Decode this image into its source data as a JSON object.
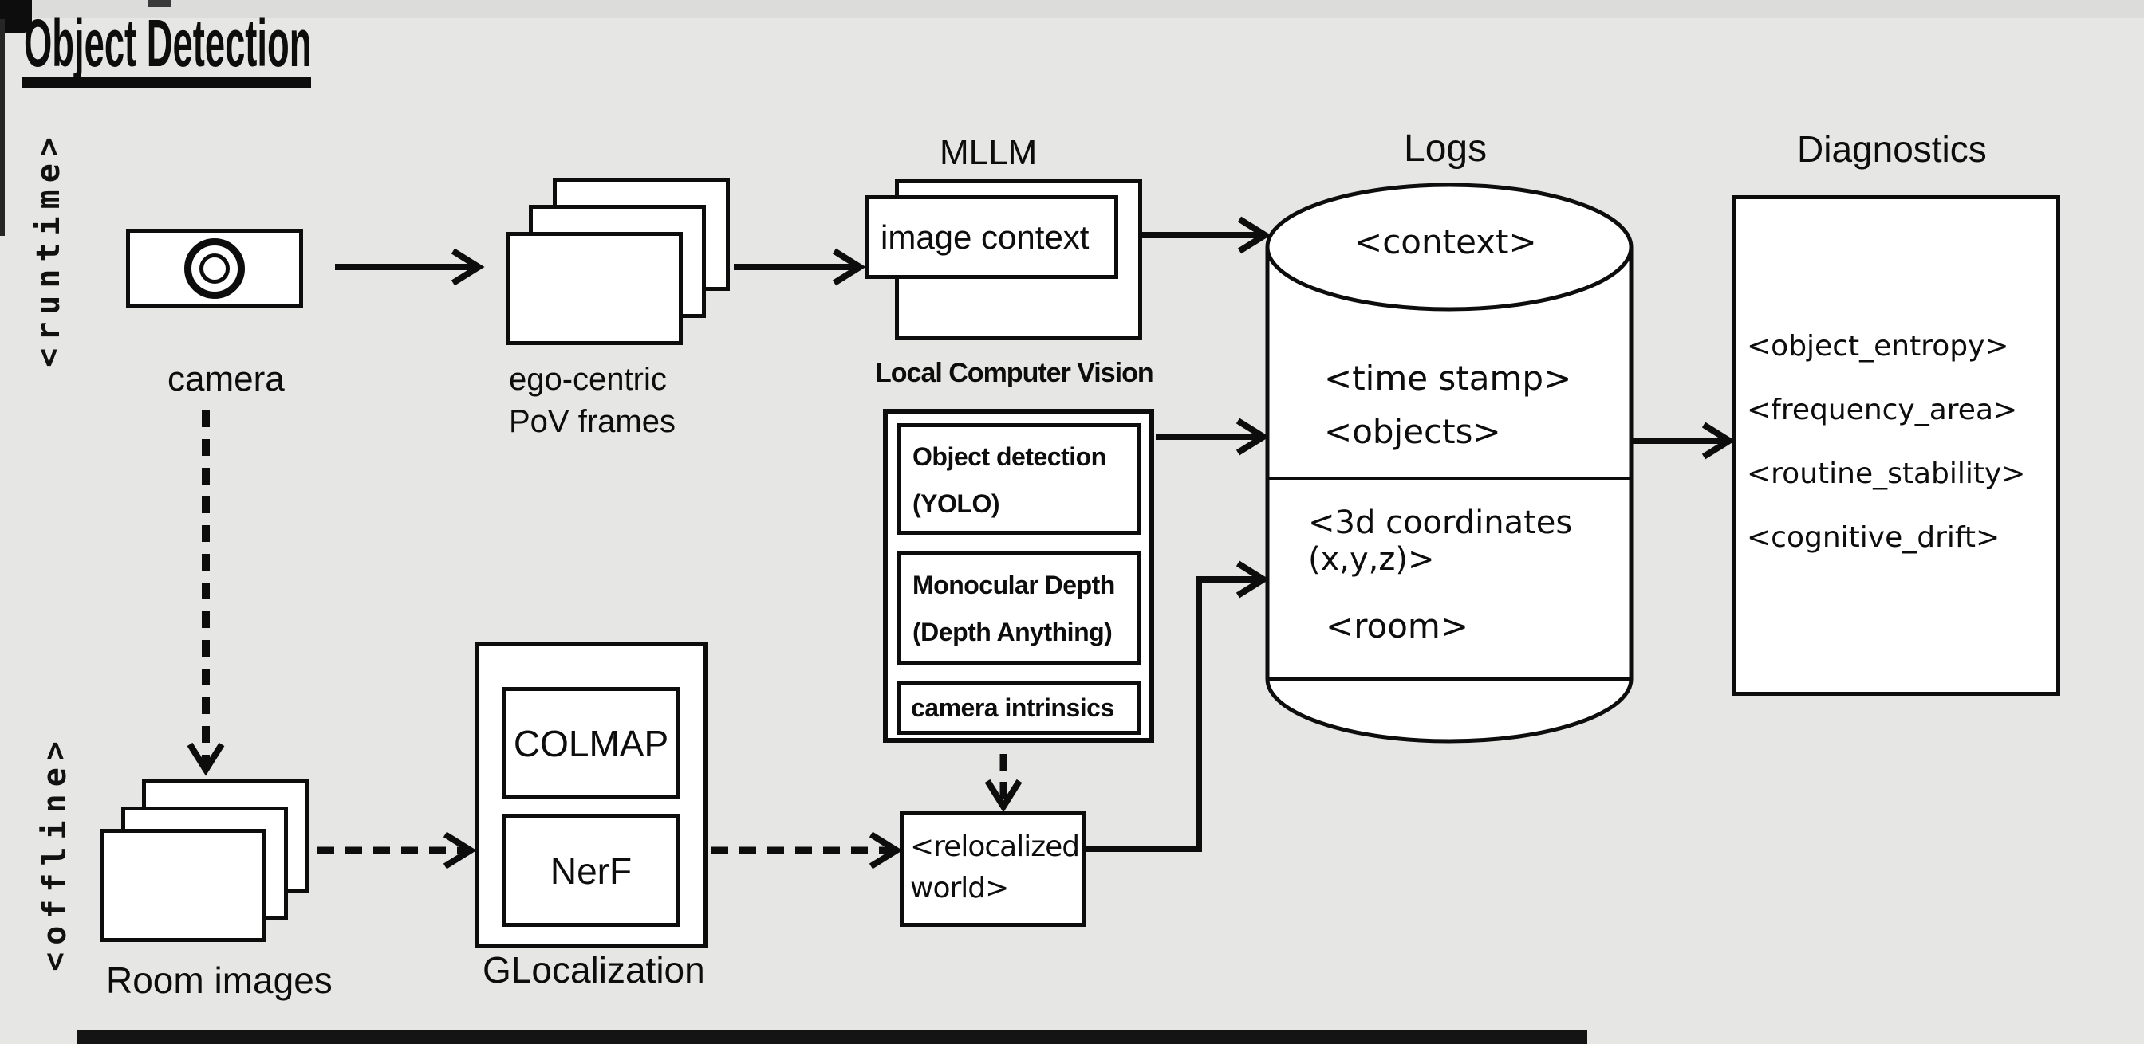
{
  "header": {
    "title": "Object Detection"
  },
  "lanes": {
    "runtime": "<runtime>",
    "offline": "<offline>"
  },
  "runtime_flow": {
    "camera_label": "camera",
    "frames_label_line1": "ego-centric",
    "frames_label_line2": "PoV frames",
    "mllm": {
      "title": "MLLM",
      "image_context": "image context"
    },
    "lcv": {
      "title": "Local Computer Vision",
      "yolo_line1": "Object detection",
      "yolo_line2": "(YOLO)",
      "depth_line1": "Monocular Depth",
      "depth_line2": "(Depth Anything)",
      "intrinsics": "camera intrinsics"
    }
  },
  "logs": {
    "title": "Logs",
    "fields": {
      "context": "<context>",
      "time_stamp": "<time stamp>",
      "objects": "<objects>",
      "coords_line1": "<3d coordinates",
      "coords_line2": "(x,y,z)>",
      "room": "<room>"
    }
  },
  "diagnostics": {
    "title": "Diagnostics",
    "fields": [
      "<object_entropy>",
      "<frequency_area>",
      "<routine_stability>",
      "<cognitive_drift>"
    ]
  },
  "offline_flow": {
    "room_images_label": "Room images",
    "glocalization": {
      "label": "GLocalization",
      "colmap": "COLMAP",
      "nerf": "NerF"
    },
    "relocalized_line1": "<relocalized",
    "relocalized_line2": "world>"
  },
  "colors": {
    "background": "#e6e6e5",
    "stroke": "#0d0d0d",
    "node_fill": "#ffffff",
    "bottom_bar": "#141414"
  }
}
